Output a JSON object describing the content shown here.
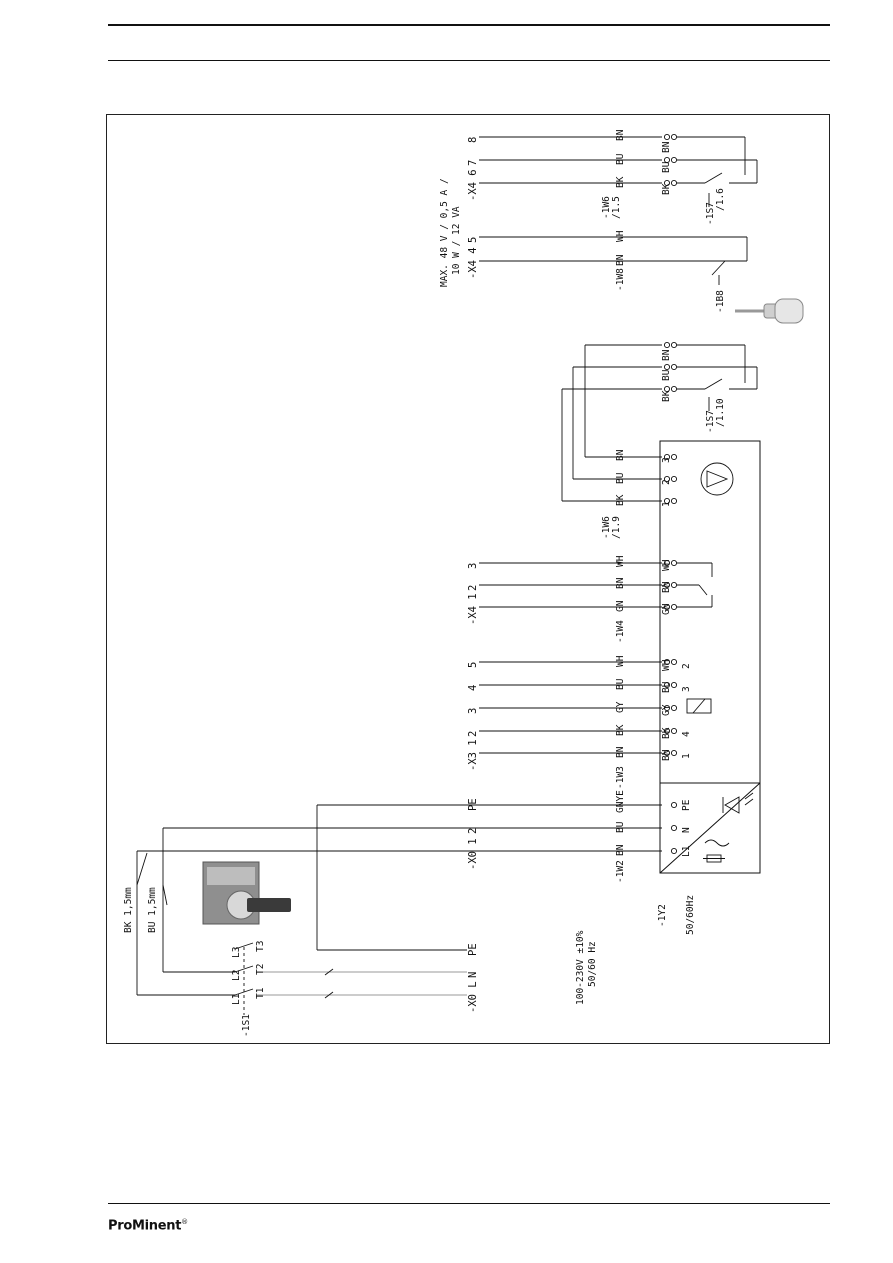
{
  "brand": {
    "name": "ProMinent",
    "mark": "®"
  },
  "diagram": {
    "top_terminals": {
      "x4_group": {
        "t8": "8",
        "t7": "7",
        "t6": "-X4  6",
        "t5": "5",
        "t4": "-X4  4",
        "rating_line1": "MAX. 48 V / 0,5 A /",
        "rating_line2": "10 W / 12 VA",
        "wires_w6": [
          "BN",
          "BU",
          "BK"
        ],
        "wires_w8": [
          "WH",
          "BN"
        ],
        "cable_w6": "-1W6",
        "cable_w6_ref": "/1.5",
        "cable_w8": "-1W8",
        "ends_w6": [
          "BN",
          "BU",
          "BK"
        ],
        "sensor_s7_top": "-1S7",
        "sensor_s7_top_ref": "/1.6",
        "sensor_b8": "-1B8"
      }
    },
    "mid_block": {
      "ends": [
        "BN",
        "BU",
        "BK"
      ],
      "sensor_s7_mid": "-1S7",
      "sensor_s7_mid_ref": "/1.10",
      "pump_wires": [
        "BN",
        "BU",
        "BK"
      ],
      "pump_terms": [
        "3",
        "2",
        "1"
      ],
      "cable_w6_mid": "-1W6",
      "cable_w6_mid_ref": "/1.9"
    },
    "x4_lower": {
      "t3": "3",
      "t2": "2",
      "t1": "-X4  1",
      "wires": [
        "WH",
        "BN",
        "GN"
      ],
      "cable": "-1W4",
      "ends": [
        "WH",
        "BN",
        "GN"
      ]
    },
    "x3": {
      "t5": "5",
      "t4": "4",
      "t3": "3",
      "t2": "2",
      "t1": "-X3  1",
      "wires": [
        "WH",
        "BU",
        "GY",
        "BK",
        "BN"
      ],
      "cable": "-1W3",
      "ends": [
        "WH",
        "BU",
        "GY",
        "BK",
        "BN"
      ],
      "relay_pins": [
        "2",
        "3",
        "4",
        "1"
      ]
    },
    "x0": {
      "tPE": "PE",
      "t2": "2",
      "t1": "-X0  1",
      "wires": [
        "GNYE",
        "BU",
        "BN"
      ],
      "cable": "-1W2",
      "psu_pins": [
        "PE",
        "N",
        "L1"
      ],
      "psu_label": "-1Y2",
      "psu_freq": "50/60Hz"
    },
    "mains": {
      "tPE": "PE",
      "tN": "N",
      "tL": "-X0  L",
      "supply_line1": "100-230V ±10%",
      "supply_line2": "50/60 Hz",
      "switch": "-1S1",
      "switch_in": [
        "L1",
        "L2",
        "L3"
      ],
      "switch_out": [
        "T1",
        "T2",
        "T3"
      ],
      "wire_bk": "BK 1,5mm",
      "wire_bu": "BU 1,5mm"
    }
  }
}
